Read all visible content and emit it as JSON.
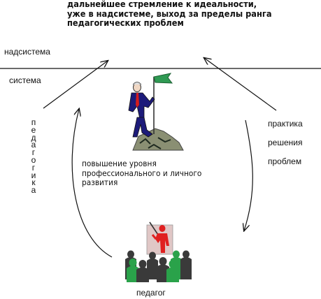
{
  "title_lines": [
    "дальнейшее стремление к идеальности,",
    "уже в надсистеме, выход за пределы ранга",
    "педагогических проблем"
  ],
  "levels": {
    "upper": "надсистема",
    "lower": "система"
  },
  "left_vertical_label": "педагогика",
  "right_labels": [
    "практика",
    "решения",
    "проблем"
  ],
  "growth_lines": [
    "повышение уровня",
    "профессионального и личного",
    "развития"
  ],
  "bottom_label": "педагог",
  "icons": [
    "climber-with-flag-icon",
    "teacher-with-audience-icon"
  ],
  "colors": {
    "line": "#111111",
    "flag": "#2f9a53",
    "suit": "#1d1b7a",
    "tie": "#d41c1c",
    "rock": "#8a8f73",
    "board": "#e0c7c6",
    "audience_green": "#2aa24a",
    "audience_dark": "#3a3a3a"
  }
}
